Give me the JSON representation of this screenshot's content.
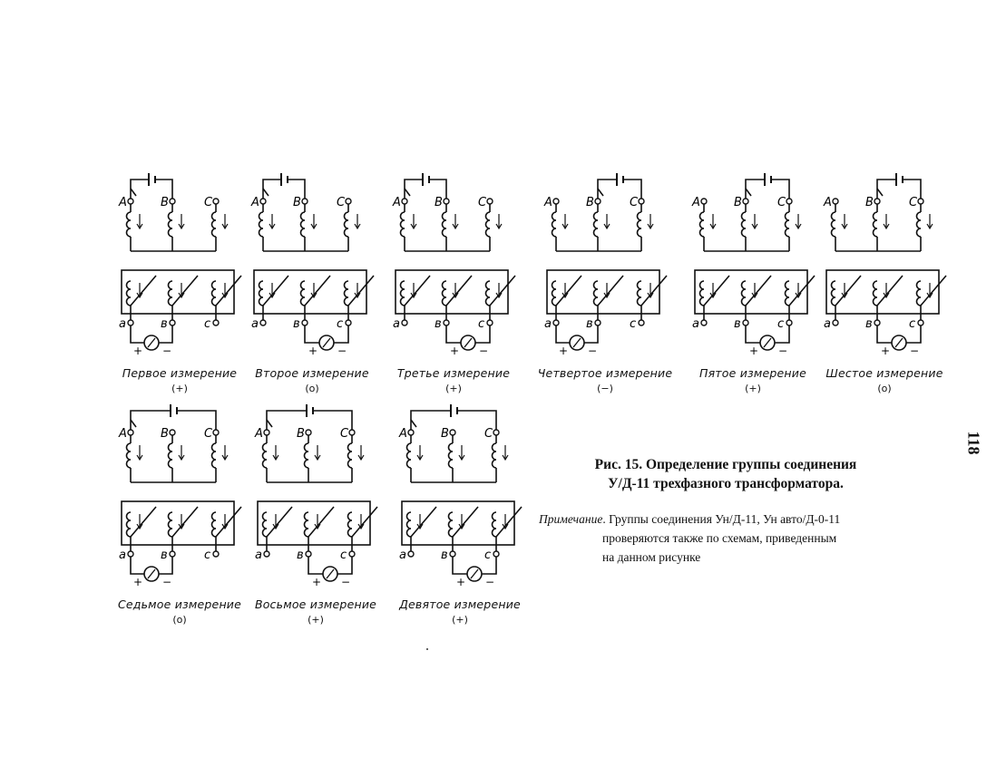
{
  "page_number": "118",
  "caption": {
    "line1": "Рис. 15. Определение группы соединения",
    "line2": "У/Д-11 трехфазного трансформатора."
  },
  "note": {
    "label": "Примечание",
    "text_line1": ". Группы соединения Ун/Д-11, Ун авто/Д-0-11",
    "text_line2": "проверяются также по схемам, приведенным",
    "text_line3": "на данном рисунке"
  },
  "terminal_labels": {
    "hv": [
      "A",
      "B",
      "C"
    ],
    "lv": [
      "a",
      "в",
      "c"
    ],
    "plus": "+",
    "minus": "−"
  },
  "measurements": [
    {
      "label": "Первое измерение",
      "sign": "(+)",
      "battery": "AB",
      "meter": "ab"
    },
    {
      "label": "Второе измерение",
      "sign": "(о)",
      "battery": "AB",
      "meter": "bc"
    },
    {
      "label": "Третье измерение",
      "sign": "(+)",
      "battery": "AB",
      "meter": "bc"
    },
    {
      "label": "Четвертое измерение",
      "sign": "(−)",
      "battery": "BC",
      "meter": "ab"
    },
    {
      "label": "Пятое измерение",
      "sign": "(+)",
      "battery": "BC",
      "meter": "bc"
    },
    {
      "label": "Шестое измерение",
      "sign": "(о)",
      "battery": "BC",
      "meter": "bc"
    },
    {
      "label": "Седьмое измерение",
      "sign": "(о)",
      "battery": "AC",
      "meter": "ab"
    },
    {
      "label": "Восьмое измерение",
      "sign": "(+)",
      "battery": "AC",
      "meter": "bc"
    },
    {
      "label": "Девятое измерение",
      "sign": "(+)",
      "battery": "AC",
      "meter": "bc"
    }
  ]
}
